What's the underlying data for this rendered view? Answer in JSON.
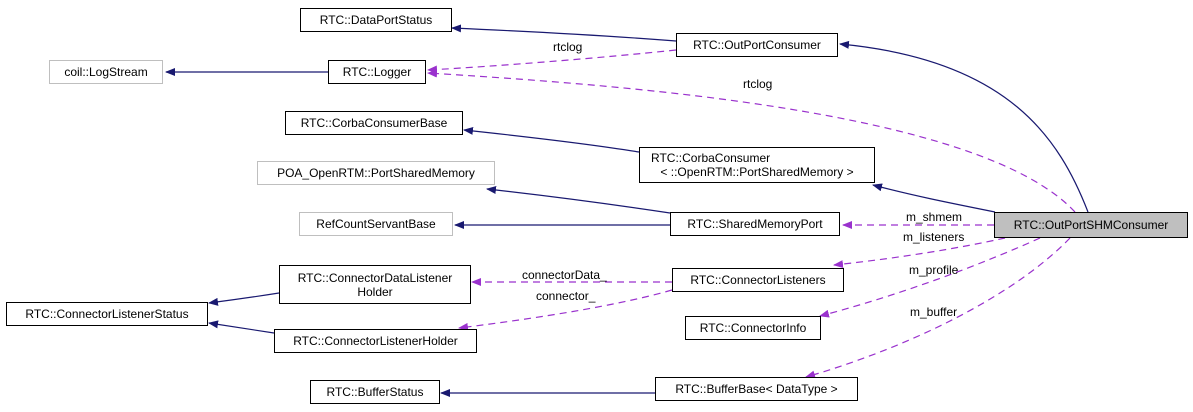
{
  "colors": {
    "inheritance": "#191970",
    "usage": "#9a32cd",
    "focus_fill": "#bfbfbf",
    "external_border": "#bfbfbf"
  },
  "nodes": {
    "data_port_status": {
      "line1": "RTC::DataPortStatus"
    },
    "out_port_consumer": {
      "line1": "RTC::OutPortConsumer"
    },
    "log_stream": {
      "line1": "coil::LogStream"
    },
    "logger": {
      "line1": "RTC::Logger"
    },
    "corba_consumer_base": {
      "line1": "RTC::CorbaConsumerBase"
    },
    "corba_consumer": {
      "line1": "RTC::CorbaConsumer",
      "line2": "< ::OpenRTM::PortSharedMemory >"
    },
    "poa_port_shared_memory": {
      "line1": "POA_OpenRTM::PortSharedMemory"
    },
    "ref_count_servant_base": {
      "line1": "RefCountServantBase"
    },
    "shared_memory_port": {
      "line1": "RTC::SharedMemoryPort"
    },
    "out_port_shm_consumer": {
      "line1": "RTC::OutPortSHMConsumer"
    },
    "connector_data_listener_holder": {
      "line1": "RTC::ConnectorDataListener",
      "line2": "Holder"
    },
    "connector_listeners": {
      "line1": "RTC::ConnectorListeners"
    },
    "connector_listener_status": {
      "line1": "RTC::ConnectorListenerStatus"
    },
    "connector_listener_holder": {
      "line1": "RTC::ConnectorListenerHolder"
    },
    "connector_info": {
      "line1": "RTC::ConnectorInfo"
    },
    "buffer_status": {
      "line1": "RTC::BufferStatus"
    },
    "buffer_base": {
      "line1": "RTC::BufferBase< DataType >"
    }
  },
  "edge_labels": {
    "rtclog_1": "rtclog",
    "rtclog_2": "rtclog",
    "m_shmem": "m_shmem",
    "m_listeners": "m_listeners",
    "m_profile": "m_profile",
    "m_buffer": "m_buffer",
    "connector_data": "connectorData_",
    "connector": "connector_"
  }
}
